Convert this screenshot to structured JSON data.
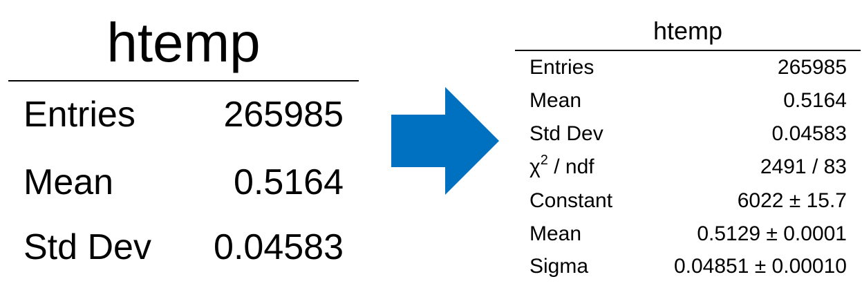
{
  "left_box": {
    "title": "htemp",
    "rows": [
      {
        "label": "Entries",
        "value": "265985"
      },
      {
        "label": "Mean",
        "value": "0.5164"
      },
      {
        "label": "Std Dev",
        "value": "0.04583"
      }
    ]
  },
  "arrow": {
    "icon": "arrow-right-icon",
    "color": "#0070C0"
  },
  "right_box": {
    "title": "htemp",
    "rows": [
      {
        "label": "Entries",
        "value": "265985"
      },
      {
        "label": "Mean",
        "value": "0.5164"
      },
      {
        "label": "Std Dev",
        "value": "0.04583"
      },
      {
        "label_main": "χ",
        "label_sup": "2",
        "label_rest": " / ndf",
        "value": "2491 / 83"
      },
      {
        "label": "Constant",
        "value": "6022 ± 15.7"
      },
      {
        "label": "Mean",
        "value": "0.5129 ± 0.0001"
      },
      {
        "label": "Sigma",
        "value": "0.04851 ± 0.00010"
      }
    ]
  }
}
